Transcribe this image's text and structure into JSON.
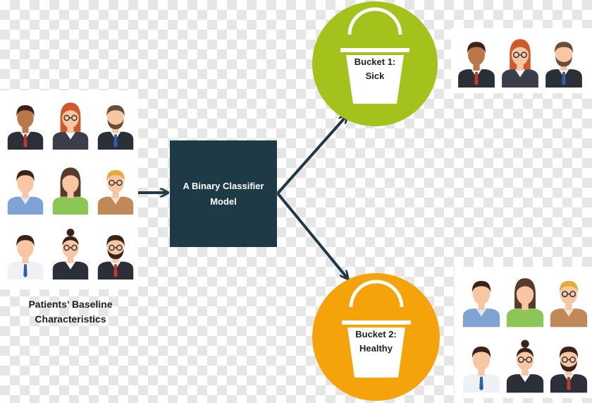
{
  "patients_caption": {
    "line1": "Patients’ Baseline",
    "line2": "Characteristics"
  },
  "classifier": {
    "line1": "A Binary Classifier",
    "line2": "Model"
  },
  "bucket_sick": {
    "line1": "Bucket 1:",
    "line2": "Sick"
  },
  "bucket_healthy": {
    "line1": "Bucket 2:",
    "line2": "Healthy"
  },
  "colors": {
    "classifier_box": "#1f3a47",
    "arrow": "#1f3a47",
    "sick": "#a3c21c",
    "healthy": "#f5a30a"
  },
  "people": {
    "patients": [
      "man-dark-suit",
      "woman-red-hair-glasses",
      "man-beard-suit",
      "man-blue-shirt",
      "woman-green-top",
      "man-blond-glasses",
      "man-white-shirt-tie",
      "woman-bun-glasses",
      "man-glasses-beard-suit"
    ],
    "sick": [
      "man-dark-suit",
      "woman-red-hair-glasses",
      "man-beard-suit"
    ],
    "healthy": [
      "man-blue-shirt",
      "woman-green-top",
      "man-blond-glasses",
      "man-white-shirt-tie",
      "woman-bun-glasses",
      "man-glasses-beard-suit"
    ]
  }
}
